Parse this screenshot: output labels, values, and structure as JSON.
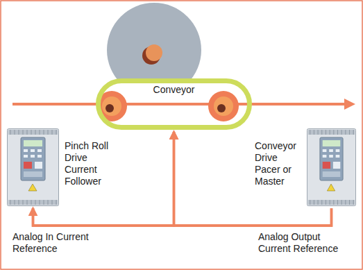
{
  "diagram": {
    "nodes": [
      {
        "text": [
          "Conveyor"
        ]
      },
      {
        "text": [
          "Pinch Roll Drive Current Follower"
        ]
      },
      {
        "text": [
          "Conveyor Drive Pacer or Master"
        ]
      }
    ],
    "edges": [
      {
        "from": 1,
        "to": 0,
        "arrow": "to"
      },
      {
        "from": 2,
        "to": 0,
        "arrow": "to"
      },
      {
        "from": 2,
        "to": 1,
        "arrow": "to"
      }
    ],
    "labels": [
      "Analog In Current Reference",
      "Analog Output Current Reference"
    ]
  }
}
